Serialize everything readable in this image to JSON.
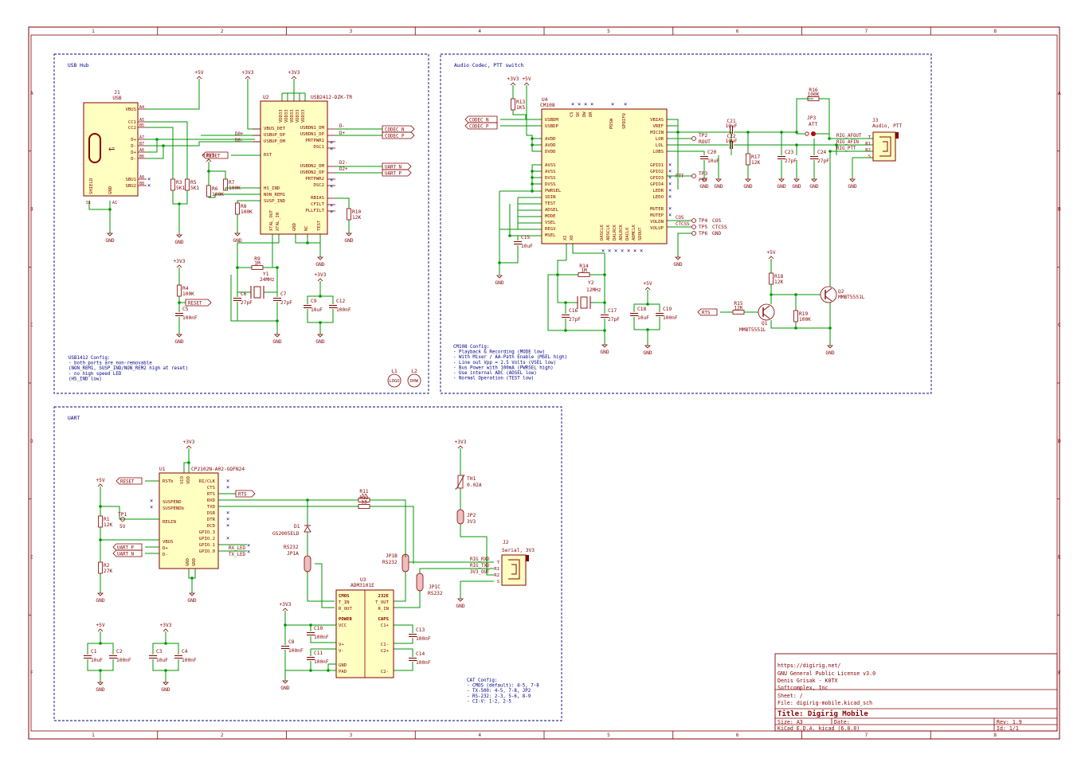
{
  "frame": {
    "cols": [
      "1",
      "2",
      "3",
      "4",
      "5",
      "6",
      "7",
      "8"
    ],
    "rows": [
      "A",
      "B",
      "C",
      "D",
      "E",
      "F"
    ]
  },
  "blocks": {
    "usb_hub": {
      "title": "USB Hub",
      "config_note": [
        "USB1412 Config:",
        " - both ports are non-removable",
        "   (NON_REM1, SUSP_IND/NON_REM2 high at reset)",
        " - no high speed LED",
        "   (HS_IND low)"
      ]
    },
    "audio": {
      "title": "Audio Codec, PTT switch",
      "config_note": [
        "CM108 Config:",
        " - Playback & Recording (MODE low)",
        " - With Mixer / AA-Path Enable (MSEL high)",
        " - Line out Vpp = 2.5 Volts (VSEL low)",
        " - Bus Power with 100mA (PWRSEL high)",
        " - Use internal ADC (ADSEL low)",
        " - Normal Operation (TEST low)"
      ]
    },
    "uart": {
      "title": "UART",
      "config_note": [
        "CAT Config:",
        " - CMOS (default): 4-5, 7-8",
        " - TX-500: 4-5, 7-8, JP2",
        " - RS-232: 2-3, 5-6, 8-9",
        " - CI-V: 1-2, 2-5"
      ]
    }
  },
  "parts": {
    "j1": {
      "ref": "J1",
      "value": "USB",
      "pins": [
        "VBUS",
        "CC1",
        "CC2",
        "D+",
        "D-",
        "D+",
        "D-",
        "SBU1",
        "SBU2",
        "SHIELD",
        "GND"
      ],
      "nums": [
        "A4",
        "A5",
        "B5",
        "A7",
        "B7",
        "A6",
        "B6",
        "A8",
        "B8",
        "S1",
        "A1"
      ]
    },
    "u2": {
      "ref": "U2",
      "value": "USB2412-DZK-TR",
      "left": [
        "VBUS_DET",
        "USBUP_DP",
        "USBUP_DM",
        "RST",
        "HS_IND",
        "NON_REM1",
        "SUSP_IND",
        "XTAL_OUT",
        "XTAL_IN"
      ],
      "right": [
        "USBDN1_DM",
        "USBDN1_DP",
        "PRTPWR1",
        "DSC1",
        "USBDN2_DM",
        "USBDN2_DP",
        "PRTPWR2",
        "DSC2",
        "RBIAS",
        "CFILT",
        "PLLFILT",
        "NC",
        "TEST",
        "GND"
      ],
      "top": [
        "VDD33",
        "VDD33",
        "VDD33",
        "VDD33",
        "VDD33"
      ]
    },
    "u4": {
      "ref": "U4",
      "value": "CM108",
      "left": [
        "USBDM",
        "USBDP",
        "AVDD",
        "AVDD",
        "DVDD",
        "AVSS",
        "AVSS",
        "DVSS",
        "DVSS",
        "PWRSEL",
        "SDIN",
        "TEST",
        "ADSEL",
        "MODE",
        "VSEL",
        "REGV",
        "MSEL"
      ],
      "right": [
        "VBIAS",
        "VREF",
        "MICIN",
        "LOR",
        "LOL",
        "LOBS",
        "GPIO1",
        "GPIO2",
        "GPIO3",
        "GPIO4",
        "LEDR",
        "LEDO",
        "MUTER",
        "MUTEP",
        "VOLDN",
        "VOLUP"
      ],
      "top": [
        "CS",
        "SK",
        "DW",
        "DR",
        "PDSW",
        "SPDIFO"
      ],
      "bottom": [
        "XI",
        "XO",
        "DASCLK",
        "ADSCLK",
        "DALRCK",
        "ADLRCK",
        "DACLK",
        "ADMCLK",
        "SDOUT"
      ]
    },
    "u1": {
      "ref": "U1",
      "value": "CP2102N-A02-GQFN24",
      "left": [
        "RSTb",
        "SUSPEND",
        "SUSPENDb",
        "REGIN",
        "VBUS",
        "D+",
        "D-"
      ],
      "right": [
        "RI/CLK",
        "CTS",
        "RTS",
        "RXD",
        "TXD",
        "DSR",
        "DTR",
        "DCD",
        "GPIO.3",
        "GPIO.2",
        "GPIO.1",
        "GPIO.0"
      ],
      "top": [
        "VIO",
        "VDD"
      ],
      "bottom": [
        "GND",
        "GND"
      ]
    },
    "u3": {
      "ref": "U3",
      "value": "ADM3101E",
      "left": [
        "CMOS",
        "T_IN",
        "R_OUT",
        "POWER",
        "VCC",
        "V+",
        "V-",
        "GND",
        "PAD"
      ],
      "right": [
        "232E",
        "T_OUT",
        "R_IN",
        "CAPS",
        "C1+",
        "C1-",
        "C2+",
        "C2-"
      ]
    },
    "j2": {
      "ref": "J2",
      "value": "Serial, 3V3"
    },
    "j3": {
      "ref": "J3",
      "value": "Audio, PTT"
    }
  },
  "nets": {
    "codec_n": "CODEC_N",
    "codec_p": "CODEC_P",
    "uart_n": "UART_N",
    "uart_p": "UART_P",
    "reset": "RESET",
    "rts": "RTS",
    "rig_afout": "RIG_AFOUT",
    "rig_afin": "RIG_AFIN",
    "rig_ptt": "RIG_PTT",
    "rig_rxd": "RIG_RXD",
    "rig_txd": "RIG_TXD",
    "v3v3_out": "3V3_OUT",
    "rx_led": "RX_LED",
    "tx_led": "TX_LED",
    "d_plus": "D+",
    "d_minus": "D-",
    "d2_minus": "D2-",
    "d2_plus": "D2+",
    "d0_plus": "D0+",
    "d0_minus": "D0-"
  },
  "power": {
    "p5v": "+5V",
    "p3v3": "+3V3",
    "gnd": "GND"
  },
  "passives": {
    "r1": [
      "R1",
      "12K"
    ],
    "r2": [
      "R2",
      "27K"
    ],
    "r3": [
      "R3",
      "5K1"
    ],
    "r4": [
      "R4",
      "100K"
    ],
    "r5": [
      "R5",
      "5K1"
    ],
    "r6": [
      "R6",
      "100K"
    ],
    "r7": [
      "R7",
      "100K"
    ],
    "r8": [
      "R8",
      "100K"
    ],
    "r9": [
      "R9",
      "1M"
    ],
    "r10": [
      "R10",
      "12K"
    ],
    "r11": [
      "R11",
      "33"
    ],
    "r12": [
      "R12",
      "33"
    ],
    "r13": [
      "R13",
      "1K5"
    ],
    "r14": [
      "R14",
      "1M"
    ],
    "r15": [
      "R15",
      "12K"
    ],
    "r16": [
      "R16",
      "100K"
    ],
    "r17": [
      "R17",
      "12K"
    ],
    "r18": [
      "R18",
      "12K"
    ],
    "r19": [
      "R19",
      "100K"
    ],
    "c1": [
      "C1",
      "10uF"
    ],
    "c2": [
      "C2",
      "100nF"
    ],
    "c3": [
      "C3",
      "10uF"
    ],
    "c4": [
      "C4",
      "100nF"
    ],
    "c5": [
      "C5",
      "100nF"
    ],
    "c6": [
      "C6",
      "27pF"
    ],
    "c7": [
      "C7",
      "27pF"
    ],
    "c8": [
      "C8",
      "100nF"
    ],
    "c9": [
      "C9",
      "10uF"
    ],
    "c10": [
      "C10",
      "100nF"
    ],
    "c11": [
      "C11",
      "100nF"
    ],
    "c12": [
      "C12",
      "100nF"
    ],
    "c13": [
      "C13",
      "100nF"
    ],
    "c14": [
      "C14",
      "100nF"
    ],
    "c15": [
      "C15",
      "10uF"
    ],
    "c16": [
      "C16",
      "27pF"
    ],
    "c17": [
      "C17",
      "27pF"
    ],
    "c18": [
      "C18",
      "10uF"
    ],
    "c19": [
      "C19",
      "100nF"
    ],
    "c20": [
      "C20",
      "10uF"
    ],
    "c21": [
      "C21",
      "10uF"
    ],
    "c22": [
      "C22",
      "10uF"
    ],
    "c23": [
      "C23",
      "27pF"
    ],
    "c24": [
      "C24",
      "27pF"
    ],
    "y1": [
      "Y1",
      "24MHz"
    ],
    "y2": [
      "Y2",
      "12MHz"
    ],
    "q1": [
      "Q1",
      "MMBT5551L"
    ],
    "q2": [
      "Q2",
      "MMBT5551L"
    ],
    "d1": [
      "D1",
      "GS2005ELD"
    ],
    "th1": [
      "TH1",
      "0.02A"
    ],
    "jp1a": [
      "JP1A",
      "RS232"
    ],
    "jp1b": [
      "JP1B",
      "RS232"
    ],
    "jp1c": [
      "JP1C",
      "RS232"
    ],
    "jp2": [
      "JP2",
      "3V3"
    ],
    "jp3": [
      "JP3",
      "ATT"
    ],
    "tp1": [
      "TP1",
      "5V"
    ],
    "tp2": [
      "TP2",
      "ROUT"
    ],
    "tp3": [
      "TP3",
      "PTT"
    ],
    "tp4": [
      "TP4",
      "COS"
    ],
    "tp5": [
      "TP5",
      "CTCSS"
    ],
    "tp6": [
      "TP6",
      "GND"
    ],
    "l1": [
      "L1",
      "LOGO"
    ],
    "l2": [
      "L2",
      "DHW"
    ]
  },
  "title_block": {
    "url": "https://digirig.net/",
    "license": "GNU General Public License v3.0",
    "author": "Denis Grisak - K0TX",
    "company": "Softcomplex, Inc",
    "sheet": "Sheet: /",
    "file": "File: digirig-mobile.kicad_sch",
    "title": "Title: Digirig Mobile",
    "size": "Size: A3",
    "date": "Date:",
    "rev": "Rev: 1.9",
    "tool": "KiCad E.D.A.  kicad (6.0.0)",
    "id": "Id: 1/1"
  },
  "colors": {
    "border": "#840000",
    "wire": "#009600",
    "block": "#000084",
    "text": "#840000",
    "net": "#840000",
    "junction": "#009600"
  }
}
